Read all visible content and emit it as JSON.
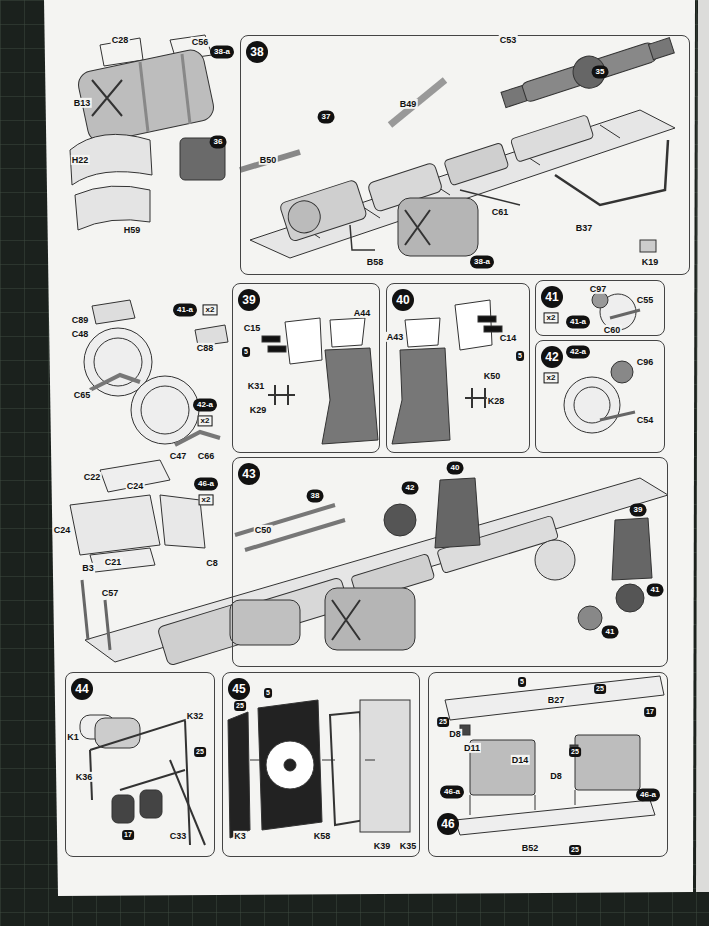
{
  "diagram": {
    "nodes": [
      {
        "text": [
          "38"
        ]
      },
      {
        "text": [
          "39"
        ]
      },
      {
        "text": [
          "40"
        ]
      },
      {
        "text": [
          "41"
        ]
      },
      {
        "text": [
          "42"
        ]
      },
      {
        "text": [
          "43"
        ]
      },
      {
        "text": [
          "44"
        ]
      },
      {
        "text": [
          "45"
        ]
      },
      {
        "text": [
          "46"
        ]
      }
    ],
    "labels": [
      "38-a",
      "C28",
      "C56",
      "B13",
      "H22",
      "H59",
      "C53",
      "35",
      "B49",
      "36",
      "B50",
      "37",
      "C61",
      "B37",
      "K19",
      "B58",
      "38-a",
      "C89",
      "C48",
      "C65",
      "41-a",
      "x2",
      "C88",
      "42-a",
      "x2",
      "C47",
      "C66",
      "C22",
      "C24",
      "46-a",
      "x2",
      "C24",
      "C21",
      "C8",
      "C15",
      "5",
      "A44",
      "K31",
      "K29",
      "A43",
      "C14",
      "5",
      "K50",
      "K28",
      "x2",
      "C97",
      "C55",
      "41-a",
      "C60",
      "x2",
      "42-a",
      "C96",
      "C54",
      "40",
      "42",
      "38",
      "39",
      "C50",
      "B3",
      "C57",
      "41",
      "41",
      "K1",
      "K32",
      "25",
      "K36",
      "17",
      "C33",
      "5",
      "25",
      "K3",
      "K58",
      "K39",
      "K35",
      "5",
      "B27",
      "25",
      "17",
      "25",
      "D8",
      "D11",
      "D14",
      "25",
      "D8",
      "46-a",
      "46-a",
      "B52",
      "25"
    ]
  }
}
